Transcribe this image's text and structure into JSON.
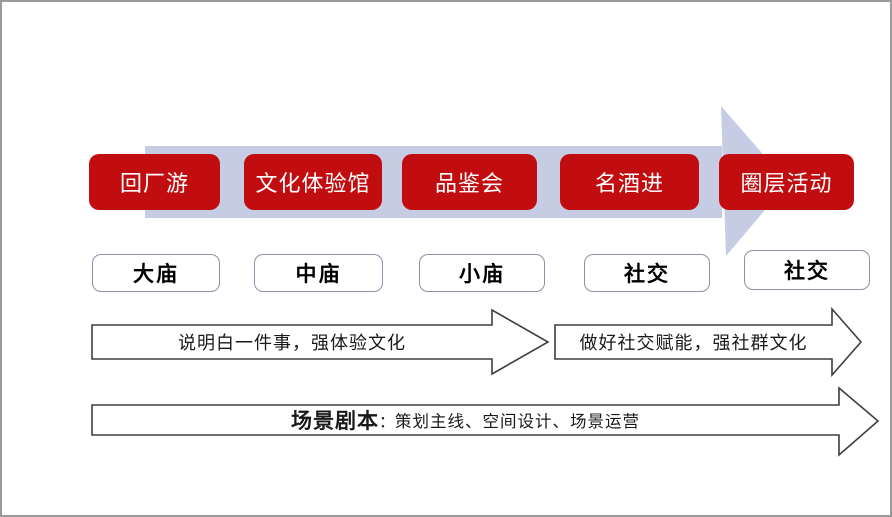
{
  "canvas": {
    "background": "#FFFFFF",
    "frame_border_color": "#9A9A9A"
  },
  "colors": {
    "stage_box_fill": "#C20D10",
    "stage_box_text": "#FFFFFF",
    "band_arrow_fill": "#C6CCE3",
    "tier_box_border": "#8B91A6",
    "tier_box_text": "#000000",
    "outline_arrow_stroke": "#3F3F3F",
    "outline_arrow_fill": "#FFFFFF"
  },
  "stages": [
    {
      "label": "回厂游"
    },
    {
      "label": "文化体验馆"
    },
    {
      "label": "品鉴会"
    },
    {
      "label": "名酒进"
    },
    {
      "label": "圈层活动"
    }
  ],
  "tiers": [
    {
      "label": "大庙"
    },
    {
      "label": "中庙"
    },
    {
      "label": "小庙"
    },
    {
      "label": "社交"
    },
    {
      "label": "社交"
    }
  ],
  "phase_arrows": [
    {
      "label": "说明白一件事，强体验文化"
    },
    {
      "label": "做好社交赋能，强社群文化"
    }
  ],
  "bottom_arrow": {
    "title": "场景剧本",
    "separator": "：",
    "description": "策划主线、空间设计、场景运营"
  }
}
